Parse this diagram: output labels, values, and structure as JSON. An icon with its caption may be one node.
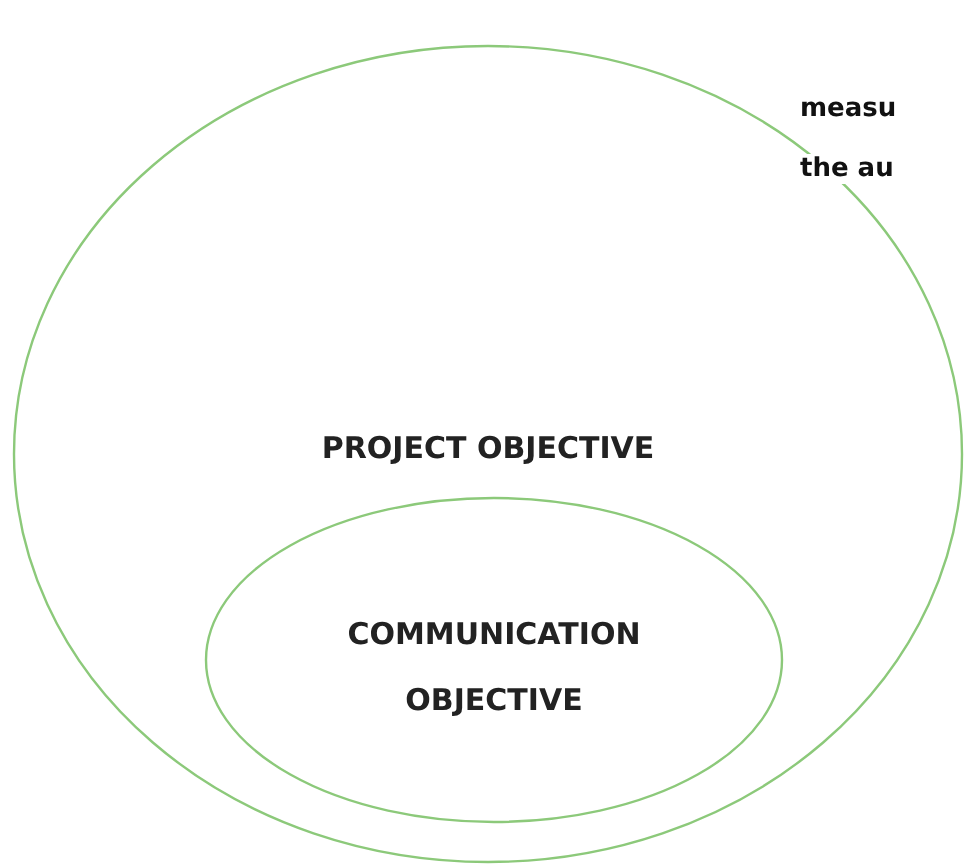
{
  "diagram": {
    "nodes": [
      {
        "text": [
          "PROJECT OBJECTIVE"
        ]
      },
      {
        "text": [
          "COMMUNICATION OBJECTIVE"
        ],
        "in": 0
      }
    ],
    "labels": [
      "measu",
      "the au"
    ]
  }
}
